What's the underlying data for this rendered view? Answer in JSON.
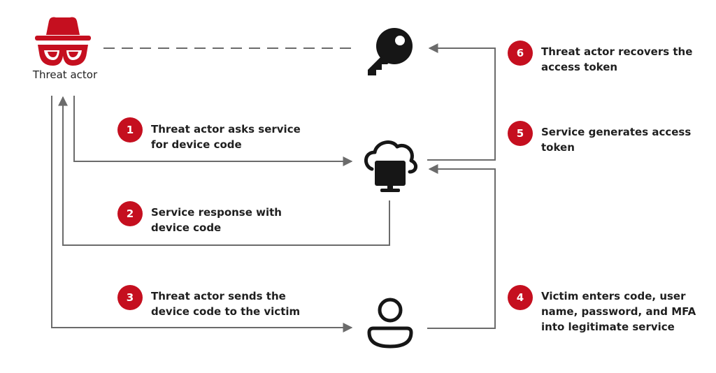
{
  "colors": {
    "accent_red": "#c50f1f",
    "icon_dark": "#161616",
    "connector": "#6b6b6b",
    "text": "#1f1f1f"
  },
  "nodes": {
    "threat_actor": {
      "label": "Threat actor",
      "icon": "hacker-hat-glasses-icon"
    },
    "access_token": {
      "icon": "key-icon"
    },
    "service": {
      "icon": "cloud-monitor-icon"
    },
    "victim": {
      "icon": "person-icon"
    }
  },
  "steps": [
    {
      "number": "1",
      "line1": "Threat actor asks service",
      "line2": "for device code"
    },
    {
      "number": "2",
      "line1": "Service response with",
      "line2": "device code"
    },
    {
      "number": "3",
      "line1": "Threat actor sends the",
      "line2": "device code to the victim"
    },
    {
      "number": "4",
      "line1": "Victim enters code, user",
      "line2": "name, password, and MFA",
      "line3": "into legitimate service"
    },
    {
      "number": "5",
      "line1": "Service generates access",
      "line2": "token"
    },
    {
      "number": "6",
      "line1": "Threat actor recovers the",
      "line2": "access token"
    }
  ]
}
